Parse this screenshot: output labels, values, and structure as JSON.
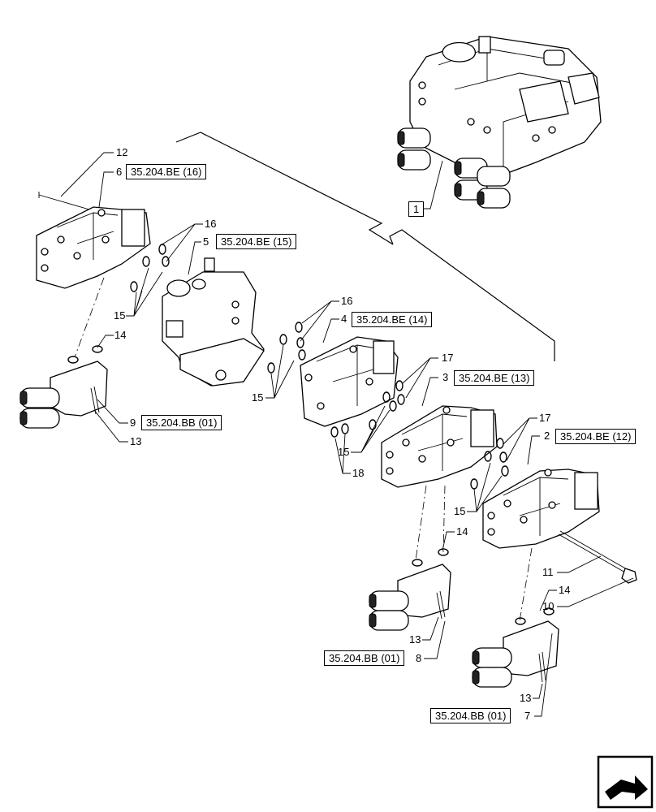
{
  "callouts": {
    "c1": "1",
    "c2": "2",
    "c3": "3",
    "c4": "4",
    "c5": "5",
    "c6": "6",
    "c7": "7",
    "c8": "8",
    "c9": "9",
    "c10": "10",
    "c11": "11",
    "c12": "12",
    "c13a": "13",
    "c13b": "13",
    "c13c": "13",
    "c14a": "14",
    "c14b": "14",
    "c14c": "14",
    "c15a": "15",
    "c15b": "15",
    "c15c": "15",
    "c15d": "15",
    "c16a": "16",
    "c16b": "16",
    "c17a": "17",
    "c17b": "17",
    "c18": "18"
  },
  "refs": {
    "r16": "35.204.BE (16)",
    "r15": "35.204.BE (15)",
    "r14": "35.204.BE (14)",
    "r13": "35.204.BE (13)",
    "r12": "35.204.BE (12)",
    "rbb9": "35.204.BB (01)",
    "rbb8": "35.204.BB (01)",
    "rbb7": "35.204.BB (01)"
  },
  "icons": {
    "nav": "next-page-arrow-icon"
  }
}
